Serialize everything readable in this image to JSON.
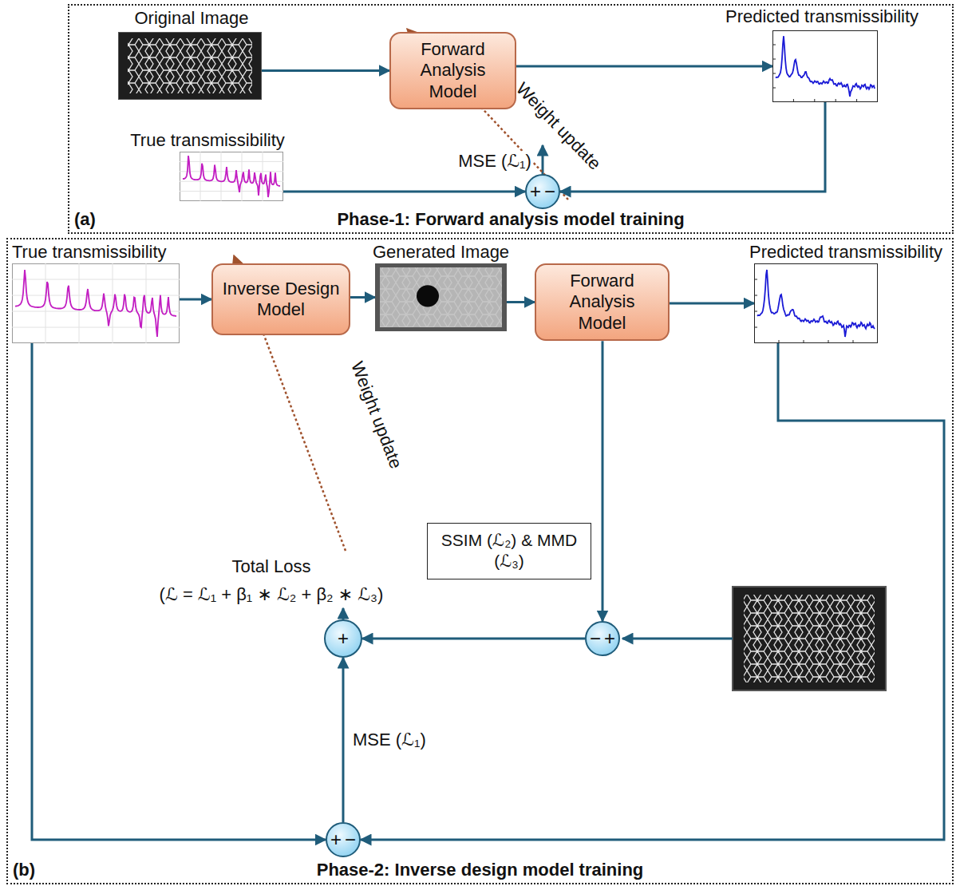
{
  "diagram": {
    "nodes": [
      {
        "text": [
          "(a)",
          "Phase-1: Forward analysis model training"
        ]
      },
      {
        "text": [
          "Original Image"
        ],
        "in": 0
      },
      {
        "text": [
          "Forward Analysis Model"
        ],
        "in": 0
      },
      {
        "text": [
          "Predicted transmissibility"
        ],
        "in": 0
      },
      {
        "text": [
          "True transmissibility"
        ],
        "in": 0
      },
      {
        "text": [
          "+",
          "−"
        ],
        "in": 0
      },
      {
        "text": [
          "(b)",
          "Phase-2: Inverse design model training"
        ]
      },
      {
        "text": [
          "True transmissibility"
        ],
        "in": 6
      },
      {
        "text": [
          "Inverse Design Model"
        ],
        "in": 6
      },
      {
        "text": [
          "Generated Image"
        ],
        "in": 6
      },
      {
        "text": [
          "Forward Analysis Model"
        ],
        "in": 6
      },
      {
        "text": [
          "Predicted transmissibility"
        ],
        "in": 6
      },
      {
        "text": [
          "SSIM (ℒ₂) & MMD (ℒ₃)"
        ],
        "in": 6
      },
      {
        "text": [
          "+"
        ],
        "in": 6
      },
      {
        "text": [
          "−",
          "+"
        ],
        "in": 6
      },
      {
        "text": [
          "+",
          "−"
        ],
        "in": 6
      }
    ],
    "edges": [
      {
        "from": 1,
        "to": 2,
        "arrow": "to"
      },
      {
        "from": 2,
        "to": 3,
        "arrow": "to"
      },
      {
        "from": 4,
        "to": 5,
        "arrow": "to"
      },
      {
        "from": 3,
        "to": 5,
        "arrow": "to"
      },
      {
        "from": 7,
        "to": 8,
        "arrow": "to"
      },
      {
        "from": 8,
        "to": 9,
        "arrow": "to"
      },
      {
        "from": 9,
        "to": 10,
        "arrow": "to"
      },
      {
        "from": 10,
        "to": 11,
        "arrow": "to"
      },
      {
        "from": 11,
        "to": 15,
        "arrow": "to"
      },
      {
        "from": 7,
        "to": 15,
        "arrow": "to"
      },
      {
        "from": 15,
        "to": 13,
        "label": "MSE (ℒ₁)",
        "arrow": "to"
      },
      {
        "from": 10,
        "to": 14,
        "arrow": "to"
      },
      {
        "from": 14,
        "to": 13,
        "arrow": "to"
      }
    ],
    "labels": [
      "MSE (ℒ₁)",
      "Weight update",
      "Weight update",
      "Total Loss",
      "(ℒ = ℒ₁ + β₁ ∗ ℒ₂ + β₂ ∗ ℒ₃)"
    ]
  }
}
